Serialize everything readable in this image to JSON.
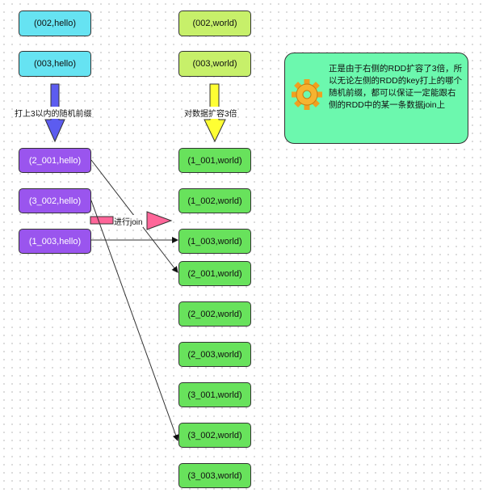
{
  "original_nodes": {
    "left": [
      "(002,hello)",
      "(003,hello)"
    ],
    "right": [
      "(002,world)",
      "(003,world)"
    ]
  },
  "labels": {
    "left_step": "打上3以内的随机前缀",
    "right_step": "对数据扩容3倍",
    "join": "进行join"
  },
  "prefixed_left": [
    "(2_001,hello)",
    "(3_002,hello)",
    "(1_003,hello)"
  ],
  "expanded_right": [
    "(1_001,world)",
    "(1_002,world)",
    "(1_003,world)",
    "(2_001,world)",
    "(2_002,world)",
    "(2_003,world)",
    "(3_001,world)",
    "(3_002,world)",
    "(3_003,world)"
  ],
  "note": {
    "text": "正是由于右侧的RDD扩容了3倍，所以无论左侧的RDD的key打上的哪个随机前缀，都可以保证一定能跟右侧的RDD中的某一条数据join上",
    "icon": "gear-icon"
  },
  "colors": {
    "cyan": "#66e3f2",
    "lime": "#c7f06a",
    "purple": "#9a55ee",
    "green": "#68e25c",
    "note": "#6cf8ae",
    "blue_arrow": "#5c5cf0",
    "yellow_arrow": "#ffff33",
    "pink_arrow": "#ff6699"
  }
}
